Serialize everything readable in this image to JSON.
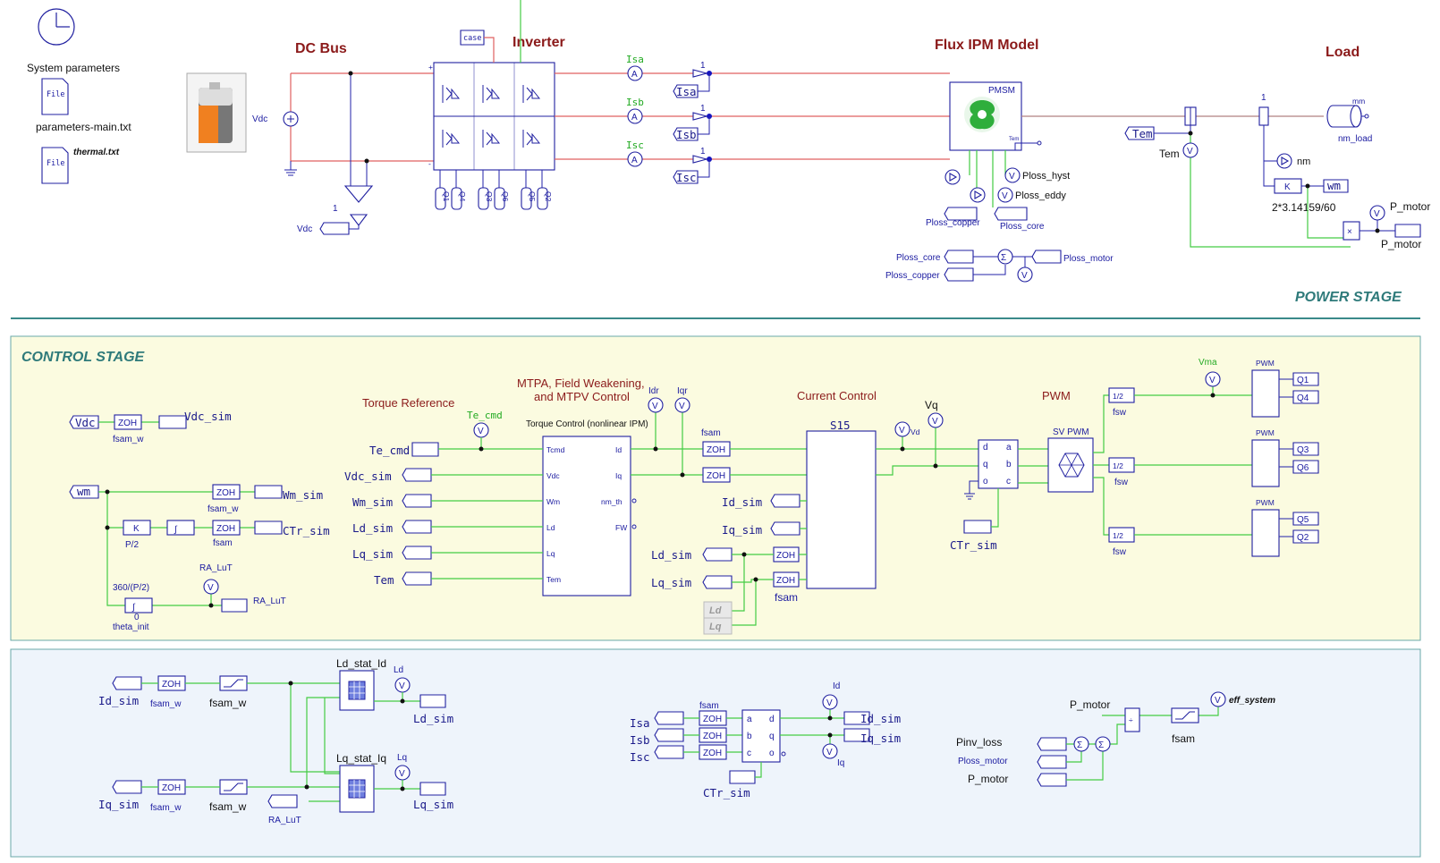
{
  "titles": {
    "dc_bus": "DC Bus",
    "inverter": "Inverter",
    "flux_ipm": "Flux IPM Model",
    "load": "Load",
    "power_stage": "POWER STAGE",
    "control_stage": "CONTROL STAGE",
    "torque_ref": "Torque Reference",
    "mtpa_line1": "MTPA, Field Weakening,",
    "mtpa_line2": "and MTPV Control",
    "current_control": "Current Control",
    "pwm": "PWM"
  },
  "params": {
    "system_parameters": "System parameters",
    "file1": "File",
    "parameters_main": "parameters-main.txt",
    "file2": "File",
    "thermal": "thermal.txt"
  },
  "power": {
    "vdc": "Vdc",
    "case": "case",
    "isa": "Isa",
    "isb": "Isb",
    "isc": "Isc",
    "one": "1",
    "pmsm": "PMSM",
    "tem": "Tem",
    "tem_label": "Tem",
    "nm_load": "nm_load",
    "nm": "nm",
    "wm": "wm",
    "gain": "2*3.14159/60",
    "k": "K",
    "p_motor": "P_motor",
    "p_motor2": "P_motor",
    "ploss_hyst": "Ploss_hyst",
    "ploss_eddy": "Ploss_eddy",
    "ploss_copper": "Ploss_copper",
    "ploss_core": "Ploss_core",
    "ploss_core2": "Ploss_core",
    "ploss_copper2": "Ploss_copper",
    "ploss_motor": "Ploss_motor",
    "vdc_meas": "Vdc",
    "one_b": "1",
    "gates": [
      "Q1",
      "Q4",
      "Q3",
      "Q6",
      "Q5",
      "Q2"
    ],
    "mm": "mm"
  },
  "control": {
    "vdc_in": "Vdc",
    "zoh": "ZOH",
    "vdc_sim": "Vdc_sim",
    "fsam_w": "fsam_w",
    "wm_in": "wm",
    "wm_sim": "Wm_sim",
    "fsam_w2": "fsam_w",
    "k": "K",
    "p2": "P/2",
    "ctr_sim": "CTr_sim",
    "fsam": "fsam",
    "ra_lut_title": "RA_LuT",
    "ra_lut": "RA_LuT",
    "deg": "360/(P/2)",
    "zero": "0",
    "theta_init": "theta_init",
    "te_cmd_meter": "Te_cmd",
    "torque_block": "Torque Control (nonlinear IPM)",
    "inputs": [
      "Te_cmd",
      "Vdc_sim",
      "Wm_sim",
      "Ld_sim",
      "Lq_sim",
      "Tem"
    ],
    "ports_in": [
      "Tcmd",
      "Vdc",
      "Wm",
      "Ld",
      "Lq",
      "Tem"
    ],
    "ports_out": [
      "Id",
      "Iq",
      "nm_th",
      "FW"
    ],
    "idr": "Idr",
    "iqr": "Iqr",
    "fsam2": "fsam",
    "s15": "S15",
    "id_sim": "Id_sim",
    "iq_sim": "Iq_sim",
    "ld_sim": "Ld_sim",
    "lq_sim": "Lq_sim",
    "ld": "Ld",
    "lq": "Lq",
    "fsam3": "fsam",
    "vd": "Vd",
    "vq": "Vq",
    "ctr_sim2": "CTr_sim",
    "dq_ports": [
      "d",
      "q",
      "o"
    ],
    "abc_ports": [
      "a",
      "b",
      "c"
    ],
    "sv_pwm": "SV PWM",
    "fsw": "fsw",
    "vma": "Vma",
    "pwm_lbl": "PWM",
    "half": "1/2"
  },
  "bottom": {
    "id_sim_in": "Id_sim",
    "iq_sim_in": "Iq_sim",
    "zoh": "ZOH",
    "fsam_w": "fsam_w",
    "ld_stat": "Ld_stat_Id",
    "lq_stat": "Lq_stat_Iq",
    "ld_meter": "Ld",
    "lq_meter": "Lq",
    "ld_sim_out": "Ld_sim",
    "lq_sim_out": "Lq_sim",
    "ra_lut": "RA_LuT",
    "isa": "Isa",
    "isb": "Isb",
    "isc": "Isc",
    "fsam": "fsam",
    "ctr_sim": "CTr_sim",
    "id_meter": "Id",
    "iq_meter": "Iq",
    "id_sim_out": "Id_sim",
    "iq_sim_out": "Iq_sim",
    "abc": [
      "a",
      "b",
      "c"
    ],
    "dqo": [
      "d",
      "q",
      "o"
    ],
    "p_motor_top": "P_motor",
    "pinv_loss": "Pinv_loss",
    "ploss_motor": "Ploss_motor",
    "p_motor_in": "P_motor",
    "fsam2": "fsam",
    "eff_system": "eff_system"
  },
  "colors": {
    "power_wire": "#e06060",
    "signal_wire": "#44cc44",
    "block_stroke": "#2020a0",
    "control_bg": "#fbfbe0",
    "bottom_bg": "#eef4fb",
    "stage_title": "#2e7a7a",
    "section_title": "#8b1a1a"
  }
}
